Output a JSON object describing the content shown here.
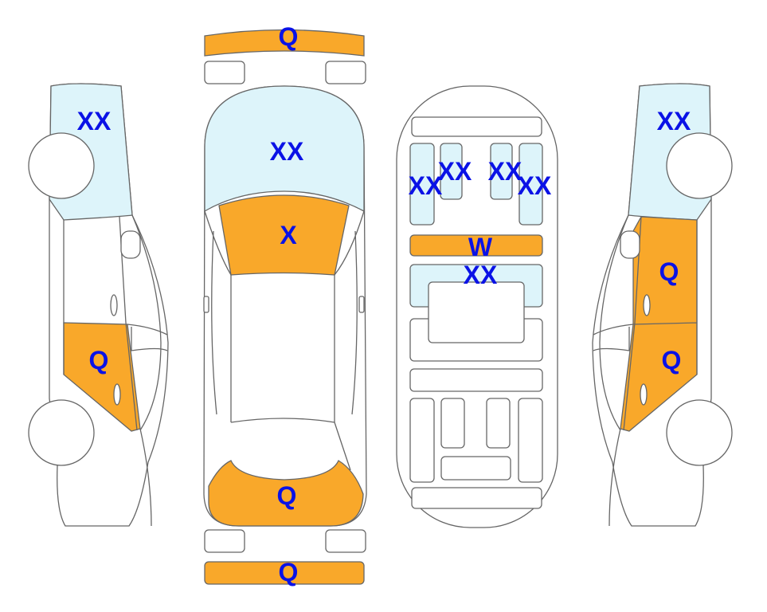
{
  "colors": {
    "damage_orange": "#f9a82a",
    "glass_blue": "#ddf4fa",
    "label_blue": "#0a12e6"
  },
  "left_side": {
    "window": "XX",
    "rear_door": "Q"
  },
  "top_view": {
    "rear_bumper": "Q",
    "rear_glass": "XX",
    "trunk": "X",
    "hood_front": "Q",
    "front_bumper": "Q"
  },
  "interior": {
    "seat_1": "XX",
    "seat_2": "XX",
    "seat_3": "XX",
    "seat_4": "XX",
    "bar": "W",
    "dash": "XX"
  },
  "right_side": {
    "window": "XX",
    "front_door": "Q",
    "rear_door": "Q"
  }
}
